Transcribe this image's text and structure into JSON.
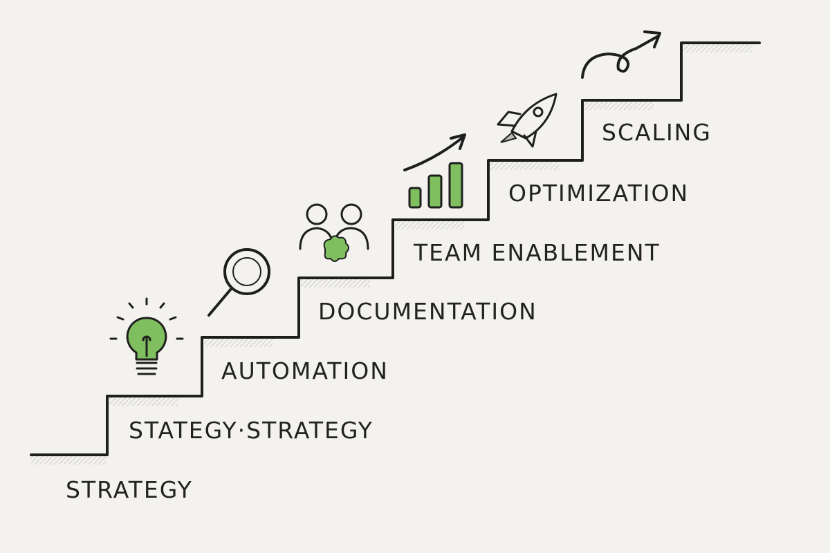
{
  "title": "Staircase of growth",
  "accent_color": "#7fbf5f",
  "steps": [
    {
      "label": "STRATEGY",
      "icon": "none"
    },
    {
      "label": "STATEGY·STRATEGY",
      "icon": "lightbulb-icon"
    },
    {
      "label": "AUTOMATION",
      "icon": "magnifier-icon"
    },
    {
      "label": "DOCUMENTATION",
      "icon": "team-icon"
    },
    {
      "label": "TEAM ENABLEMENT",
      "icon": "bar-chart-icon"
    },
    {
      "label": "OPTIMIZATION",
      "icon": "rocket-icon"
    },
    {
      "label": "SCALING",
      "icon": "curly-arrow-icon"
    }
  ]
}
